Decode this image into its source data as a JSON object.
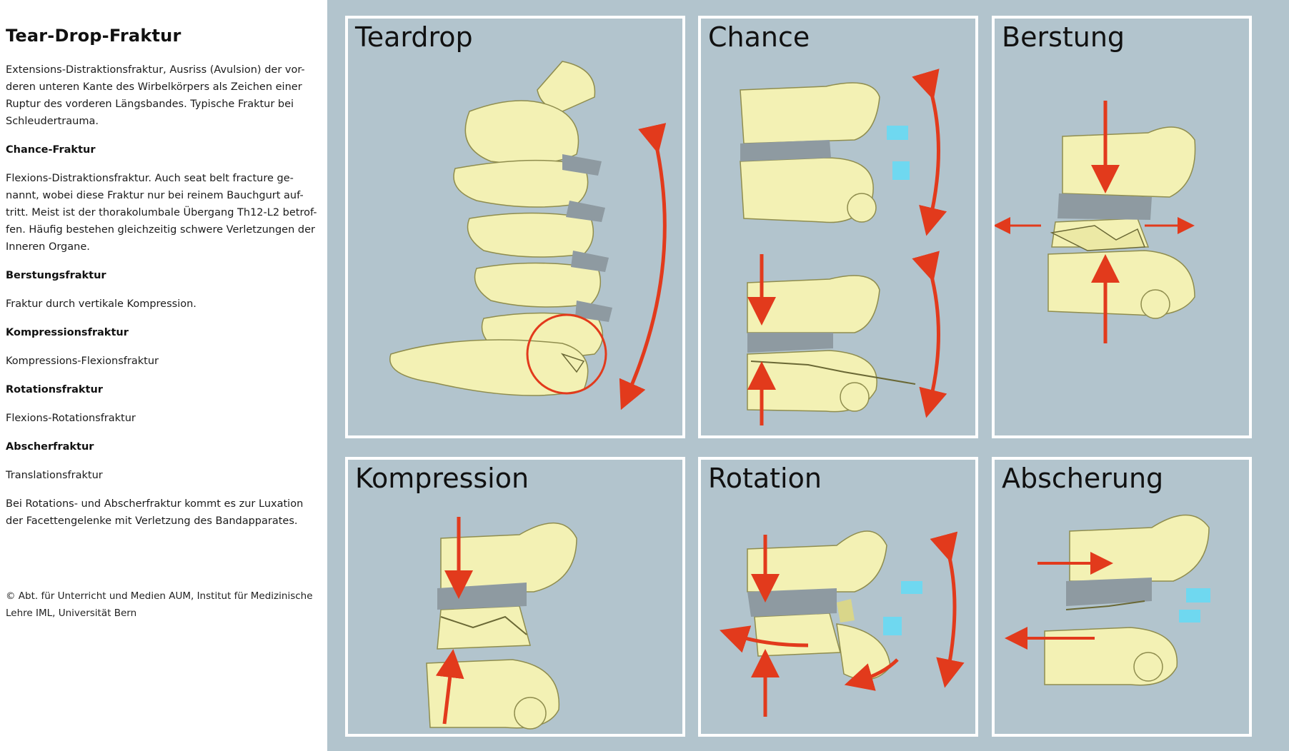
{
  "sidebar": {
    "title": "Tear-Drop-Fraktur",
    "intro": "Extensions-Distraktionsfraktur, Ausriss (Avulsion) der vor-deren unteren Kante des Wirbelkörpers als Zeichen einer Ruptur des vorderen Längsbandes. Typische Fraktur bei Schleudertrauma.",
    "sections": [
      {
        "heading": "Chance-Fraktur",
        "text": "Flexions-Distraktionsfraktur. Auch seat belt fracture ge-nannt, wobei diese Fraktur nur bei reinem Bauchgurt auf-tritt. Meist ist der thorakolumbale Übergang Th12-L2 betrof-fen. Häufig bestehen gleichzeitig schwere Verletzungen der Inneren Organe."
      },
      {
        "heading": "Berstungsfraktur",
        "text": "Fraktur durch vertikale Kompression."
      },
      {
        "heading": "Kompressionsfraktur",
        "text": "Kompressions-Flexionsfraktur"
      },
      {
        "heading": "Rotationsfraktur",
        "text": "Flexions-Rotationsfraktur"
      },
      {
        "heading": "Abscherfraktur",
        "text": "Translationsfraktur"
      }
    ],
    "note": "Bei Rotations- und Abscherfraktur kommt es zur Luxation der Facettengelenke mit Verletzung des Bandapparates.",
    "copyright": "© Abt. für Unterricht und Medien AUM, Institut für Medizinische Lehre IML, Universität Bern"
  },
  "panels": [
    {
      "id": "teardrop",
      "label": "Teardrop"
    },
    {
      "id": "chance",
      "label": "Chance"
    },
    {
      "id": "berstung",
      "label": "Berstung"
    },
    {
      "id": "kompression",
      "label": "Kompression"
    },
    {
      "id": "rotation",
      "label": "Rotation"
    },
    {
      "id": "abscherung",
      "label": "Abscherung"
    }
  ],
  "colors": {
    "background": "#b2c4cd",
    "bone": "#f3f1b4",
    "bone_shadow": "#d9d68a",
    "disc": "#8e9aa1",
    "arrow": "#e23a1c",
    "ligament": "#6fd8f0"
  }
}
